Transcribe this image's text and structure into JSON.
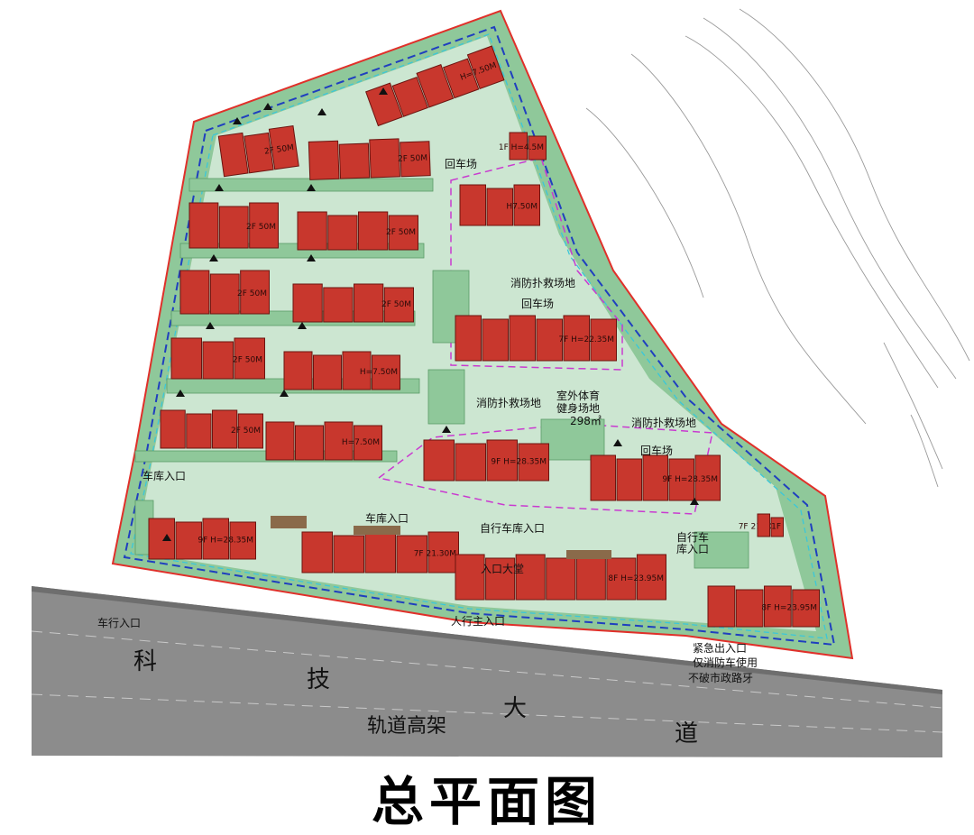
{
  "title": "总平面图",
  "road": {
    "chars": [
      "科",
      "技",
      "大",
      "道"
    ],
    "elevated": "轨道高架"
  },
  "entrances": {
    "vehicle": "车行入口",
    "pedestrian": "人行主入口",
    "garage_1": "车库入口",
    "garage_2": "车库入口",
    "bicycle_garage": "自行车库入口",
    "bicycle_garage_2a": "自行车",
    "bicycle_garage_2b": "库入口",
    "lobby": "入口大堂",
    "emergency_1": "紧急出入口",
    "emergency_2": "仅消防车使用",
    "emergency_3": "不破市政路牙"
  },
  "site_labels": {
    "turnaround_1": "回车场",
    "turnaround_2": "回车场",
    "turnaround_3": "回车场",
    "fire_rescue_1": "消防扑救场地",
    "fire_rescue_2": "消防扑救场地",
    "fire_rescue_3": "消防扑救场地",
    "sports_1": "室外体育",
    "sports_2": "健身场地",
    "sports_3": "298㎡"
  },
  "buildings": [
    {
      "id": "b1",
      "label": "2F 50M"
    },
    {
      "id": "b2",
      "label": "2F 50M"
    },
    {
      "id": "b3",
      "label": "H=7.50M"
    },
    {
      "id": "b4",
      "label": "H=7.50M"
    },
    {
      "id": "b5",
      "label": "2F 50M"
    },
    {
      "id": "b6",
      "label": "2F 50M"
    },
    {
      "id": "b7",
      "label": "2F 50M"
    },
    {
      "id": "b8",
      "label": "2F 50M"
    },
    {
      "id": "b9",
      "label": "2F 50M"
    },
    {
      "id": "b10",
      "label": "H=7.50M"
    },
    {
      "id": "b11",
      "label": "2F 50M"
    },
    {
      "id": "b12",
      "label": "H=7.50M"
    },
    {
      "id": "b13",
      "label": "H7.50M"
    },
    {
      "id": "b14",
      "label": "1F H=4.5M"
    },
    {
      "id": "b15",
      "label": "7F H=22.35M"
    },
    {
      "id": "b16",
      "label": "9F H=28.35M"
    },
    {
      "id": "b17",
      "label": "9F H=28.35M"
    },
    {
      "id": "b18",
      "label": "9F H=28.35M"
    },
    {
      "id": "b19",
      "label": "7F 21.30M"
    },
    {
      "id": "b20",
      "label": "8F H=23.95M"
    },
    {
      "id": "b21",
      "label": "8F H=23.95M"
    },
    {
      "id": "b22",
      "label": "7F 21.30M"
    },
    {
      "id": "b23",
      "label": "1F"
    }
  ],
  "colors": {
    "building": "#c8372d",
    "green_space": "#8fc89a",
    "road": "#8c8c8c",
    "redline": "#e0302a",
    "setback_blue": "#1f3fbf",
    "setback_magenta": "#c93ad0",
    "setback_cyan": "#3bc7d9"
  }
}
